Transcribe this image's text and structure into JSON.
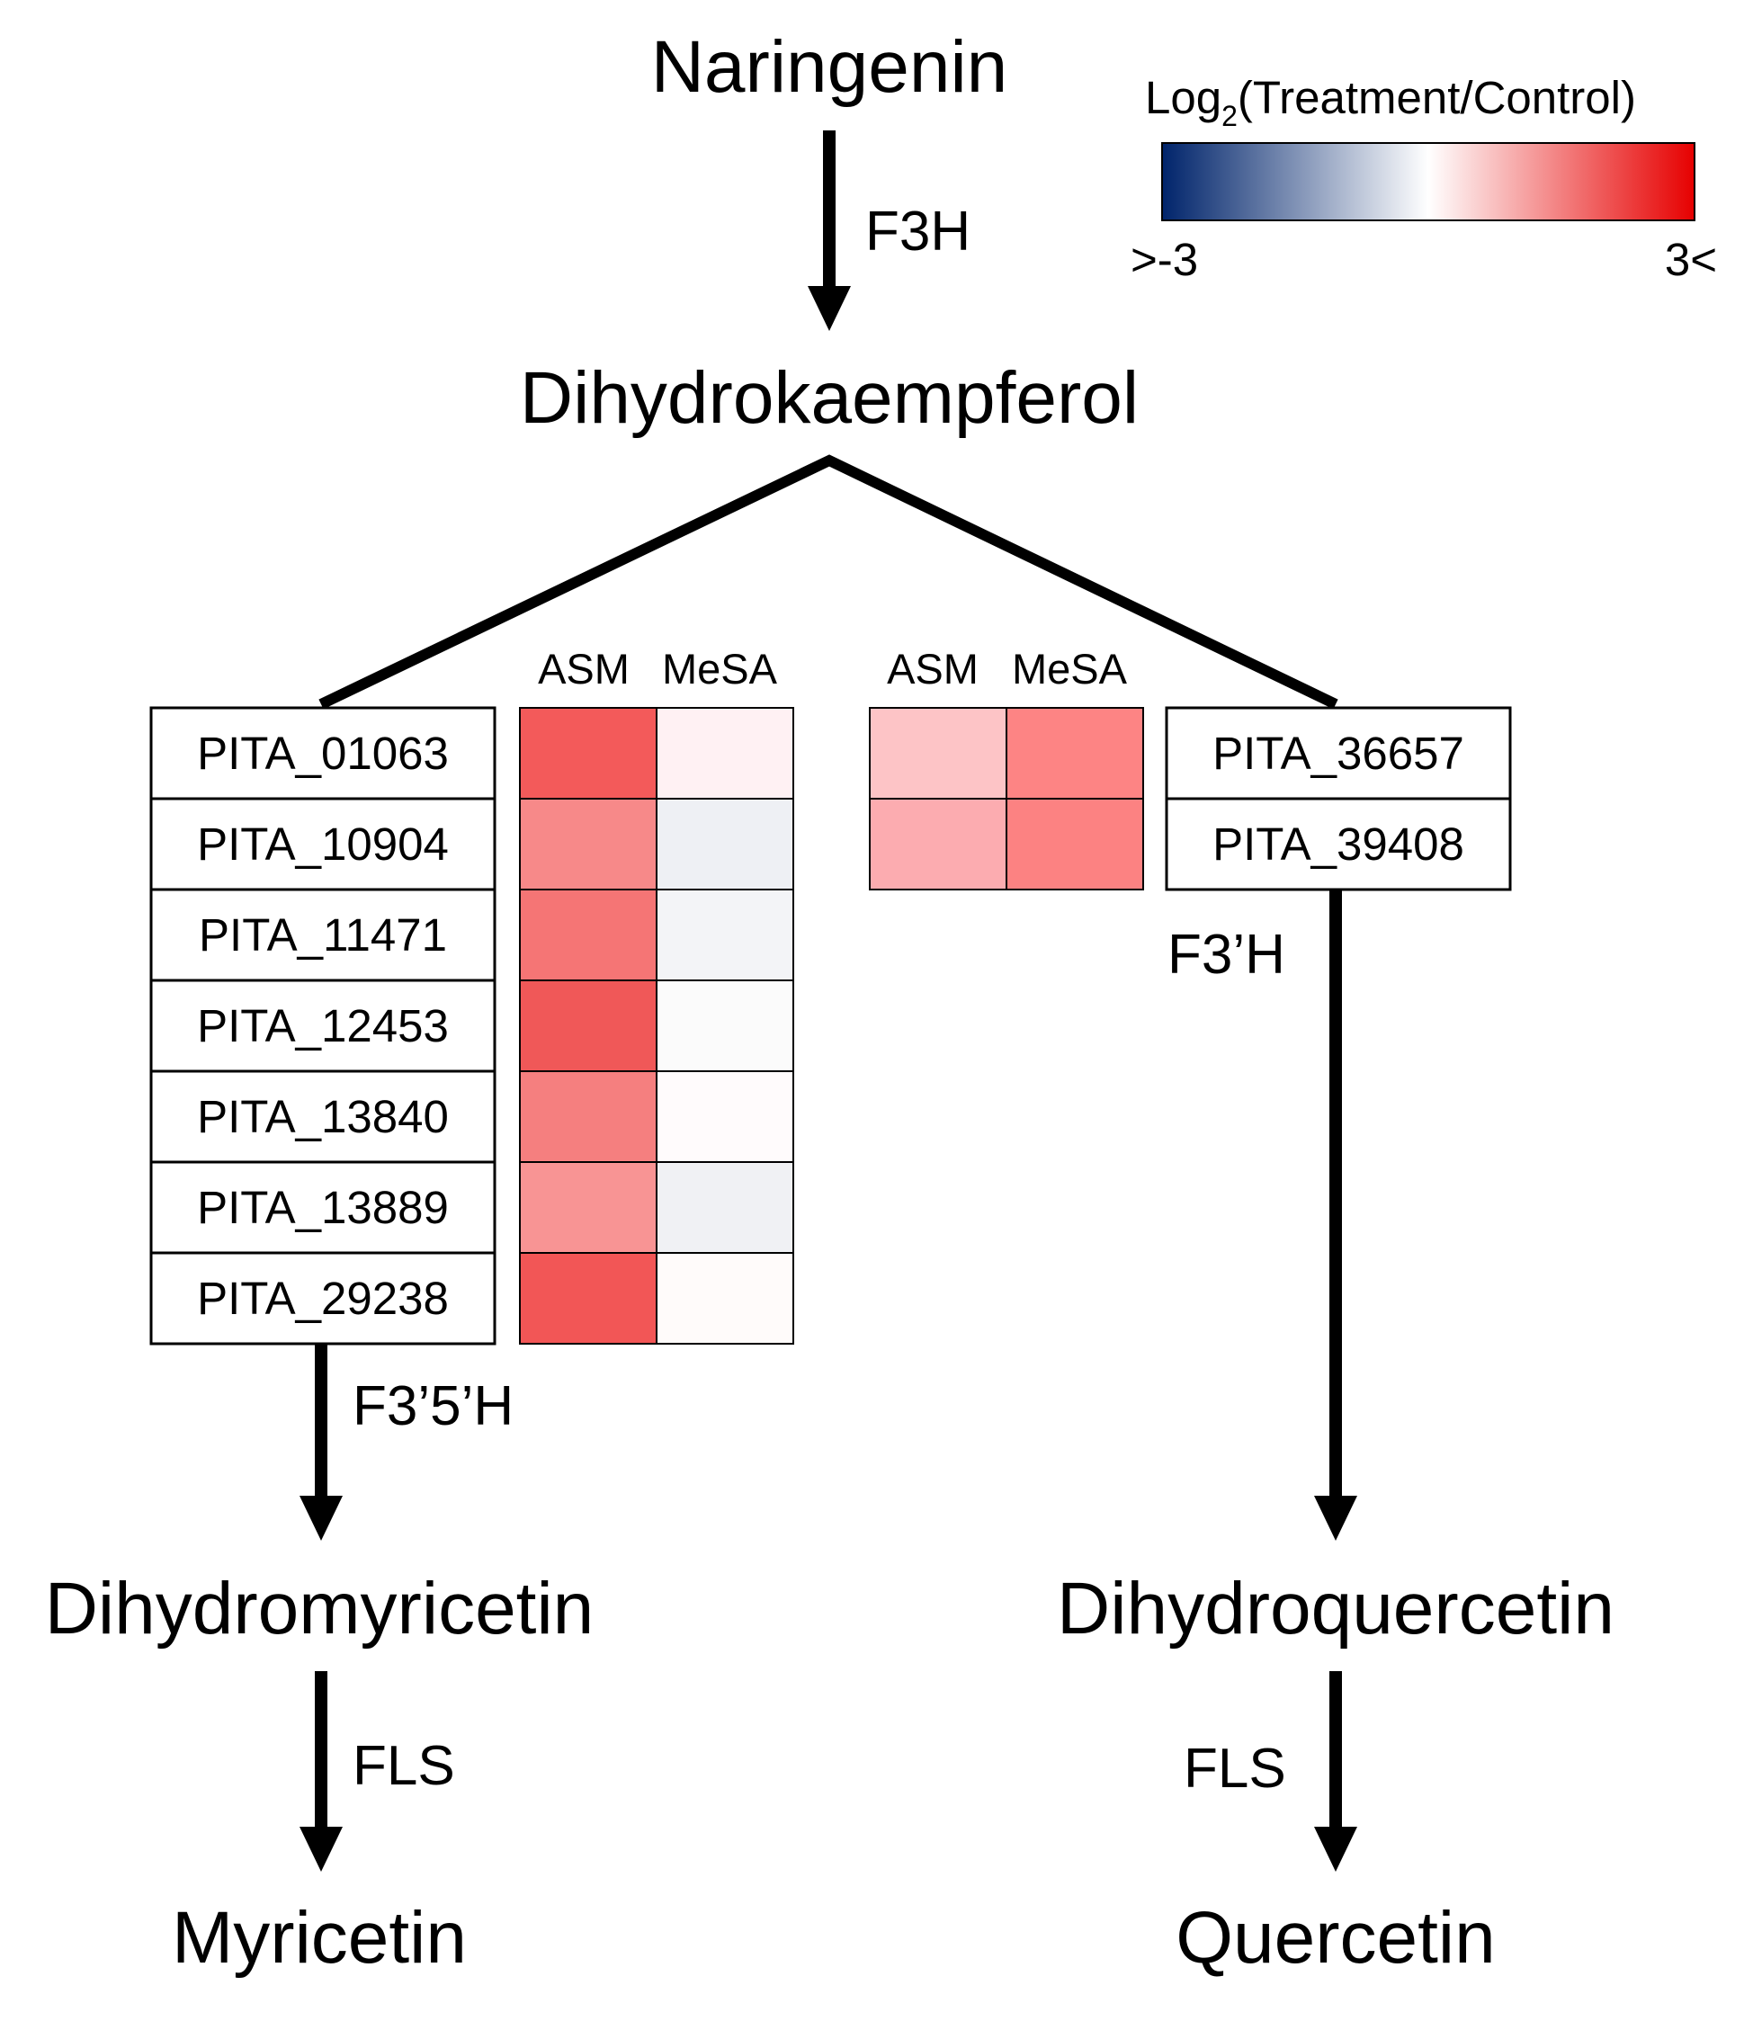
{
  "metabolites": {
    "naringenin": "Naringenin",
    "dihydrokaempferol": "Dihydrokaempferol",
    "dihydromyricetin": "Dihydromyricetin",
    "dihydroquercetin": "Dihydroquercetin",
    "myricetin": "Myricetin",
    "quercetin": "Quercetin"
  },
  "enzymes": {
    "f3h": "F3H",
    "f35h": "F3’5’H",
    "f3prime_h": "F3’H",
    "fls_left": "FLS",
    "fls_right": "FLS"
  },
  "legend": {
    "title_main": "Log",
    "title_sub": "2",
    "title_rest": "(Treatment/Control)",
    "min_label": ">-3",
    "max_label": "3<",
    "min_color": "#00246b",
    "mid_color": "#ffffff",
    "max_color": "#e60000"
  },
  "heatmap_columns": [
    "ASM",
    "MeSA"
  ],
  "left_group": {
    "genes": [
      "PITA_01063",
      "PITA_10904",
      "PITA_11471",
      "PITA_12453",
      "PITA_13840",
      "PITA_13889",
      "PITA_29238"
    ],
    "colors": [
      [
        "#f35a5a",
        "#fff1f3"
      ],
      [
        "#f78989",
        "#eef0f4"
      ],
      [
        "#f57575",
        "#f3f4f7"
      ],
      [
        "#f05858",
        "#fbfbfb"
      ],
      [
        "#f57f7f",
        "#fffbfc"
      ],
      [
        "#f89494",
        "#f0f1f4"
      ],
      [
        "#f25656",
        "#fffbfa"
      ]
    ]
  },
  "right_group": {
    "genes": [
      "PITA_36657",
      "PITA_39408"
    ],
    "colors": [
      [
        "#fdc4c6",
        "#fd8484"
      ],
      [
        "#fcacb0",
        "#fc8282"
      ]
    ]
  }
}
